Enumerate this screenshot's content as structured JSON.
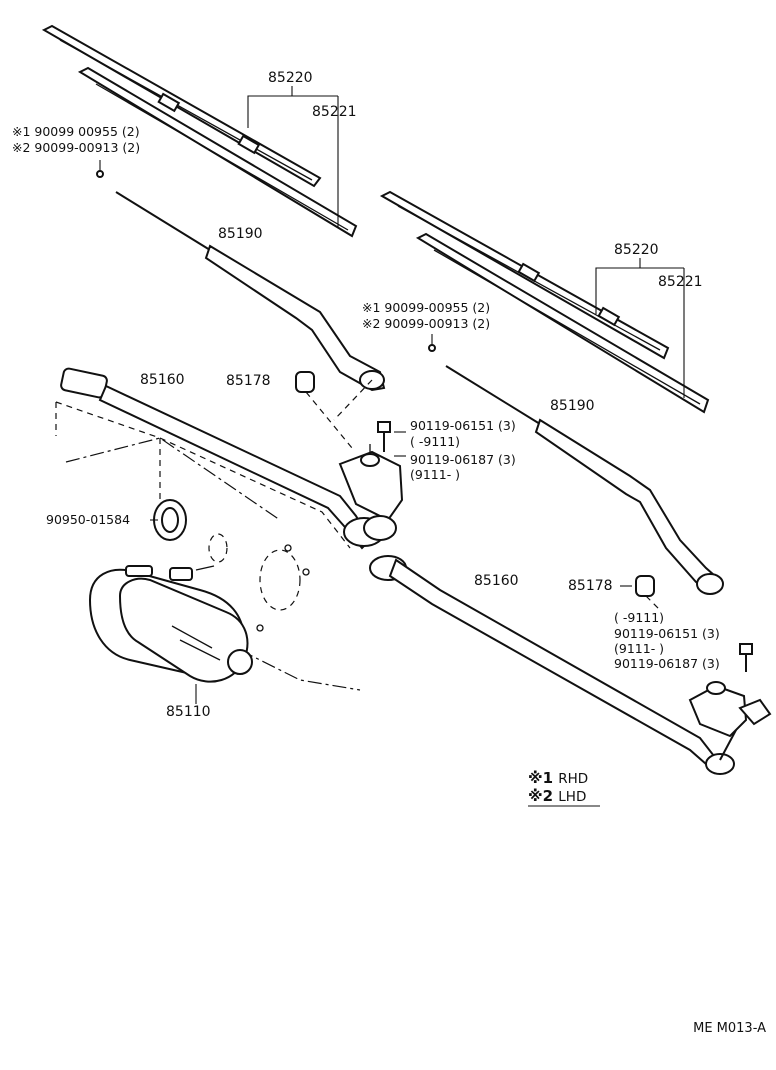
{
  "labels": {
    "blade_assy_left": "85220",
    "blade_rubber_left": "85221",
    "screw_left_rhd": "※1 90099 00955 (2)",
    "screw_left_lhd": "※2 90099-00913 (2)",
    "arm_left": "85190",
    "link_left": "85160",
    "cap_left": "85178",
    "bolt_center_a": "90119-06151 (3)",
    "bolt_center_a_range": "(        -9111)",
    "bolt_center_b": "90119-06187 (3)",
    "bolt_center_b_range": "(9111-        )",
    "grommet": "90950-01584",
    "motor": "85110",
    "blade_assy_right": "85220",
    "blade_rubber_right": "85221",
    "screw_right_rhd": "※1 90099-00955 (2)",
    "screw_right_lhd": "※2 90099-00913 (2)",
    "arm_right": "85190",
    "link_right": "85160",
    "cap_right": "85178",
    "bolt_right_a_range": "(        -9111)",
    "bolt_right_a": "90119-06151 (3)",
    "bolt_right_b_range": "(9111-        )",
    "bolt_right_b": "90119-06187 (3)"
  },
  "legend": {
    "mark1": "※1",
    "text1": "RHD",
    "mark2": "※2",
    "text2": "LHD"
  },
  "diagram_code": "ME M013-A"
}
